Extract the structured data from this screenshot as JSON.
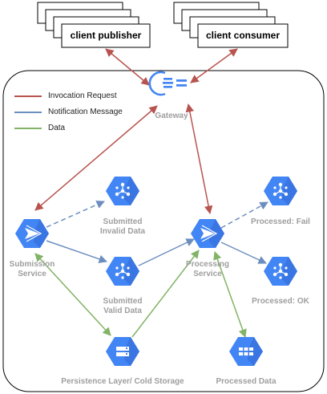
{
  "clients": {
    "publisher": "client publisher",
    "consumer": "client consumer"
  },
  "legend": {
    "invocation": "Invocation Request",
    "notification": "Notification Message",
    "data": "Data"
  },
  "nodes": {
    "gateway": "Gateway",
    "submission_service": "Submission\nService",
    "submitted_invalid": "Submitted\nInvalid Data",
    "submitted_valid": "Submitted\nValid Data",
    "processing_service": "Processing\nService",
    "processed_fail": "Processed: Fail",
    "processed_ok": "Processed: OK",
    "persistence": "Persistence Layer/ Cold Storage",
    "processed_data": "Processed Data"
  },
  "colors": {
    "invocation": "#b85450",
    "notification": "#6c8ebf",
    "data": "#82b366",
    "gcp_blue": "#4285f4",
    "label_gray": "#9e9e9e"
  },
  "icons": {
    "gateway": "api-gateway-icon",
    "submission_service": "service-icon",
    "processing_service": "service-icon",
    "pubsub": "pubsub-icon",
    "storage": "storage-icon",
    "processed_data": "datastore-icon"
  }
}
